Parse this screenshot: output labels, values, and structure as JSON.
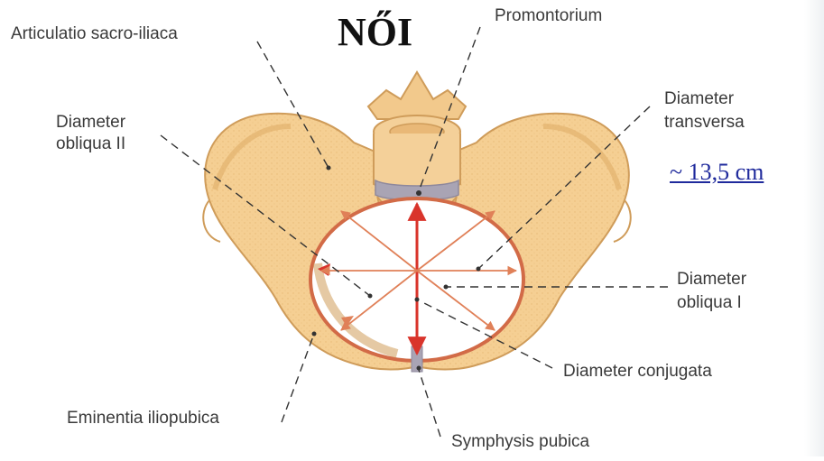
{
  "title": "NŐI",
  "measurement": "~ 13,5 cm",
  "labels": {
    "articulatio": "Articulatio sacro-iliaca",
    "promontorium": "Promontorium",
    "obliqua_ii_1": "Diameter",
    "obliqua_ii_2": "obliqua II",
    "transversa_1": "Diameter",
    "transversa_2": "transversa",
    "obliqua_i_1": "Diameter",
    "obliqua_i_2": "obliqua I",
    "conjugata": "Diameter conjugata",
    "eminentia": "Eminentia iliopubica",
    "symphysis": "Symphysis pubica"
  },
  "colors": {
    "bone": "#f5cf93",
    "bone_dark": "#d9a864",
    "arrow_red": "#d9342b",
    "inlet_ring": "#d26b47",
    "cartilage": "#a9a4b4",
    "measurement_blue": "#1f2a9c"
  }
}
